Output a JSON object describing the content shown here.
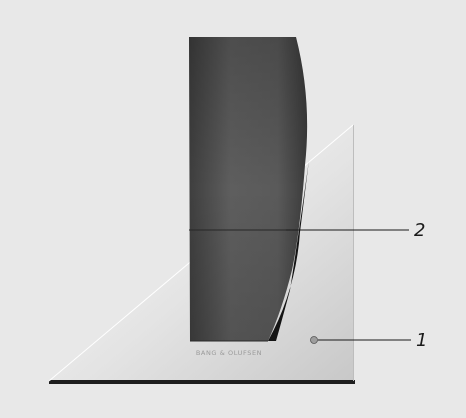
{
  "diagram": {
    "brand_text": "BANG & OLUFSEN",
    "callouts": [
      {
        "label": "1",
        "target": "indicator-light"
      },
      {
        "label": "2",
        "target": "speaker-cover-seam"
      }
    ],
    "colors": {
      "background": "#e8e8e8",
      "stand_light": "#f4f4f4",
      "stand_dark": "#c9c9c9",
      "speaker_cover": "#5a5a5a",
      "speaker_edge": "#1c1c1c",
      "line": "#1a1a1a"
    }
  }
}
